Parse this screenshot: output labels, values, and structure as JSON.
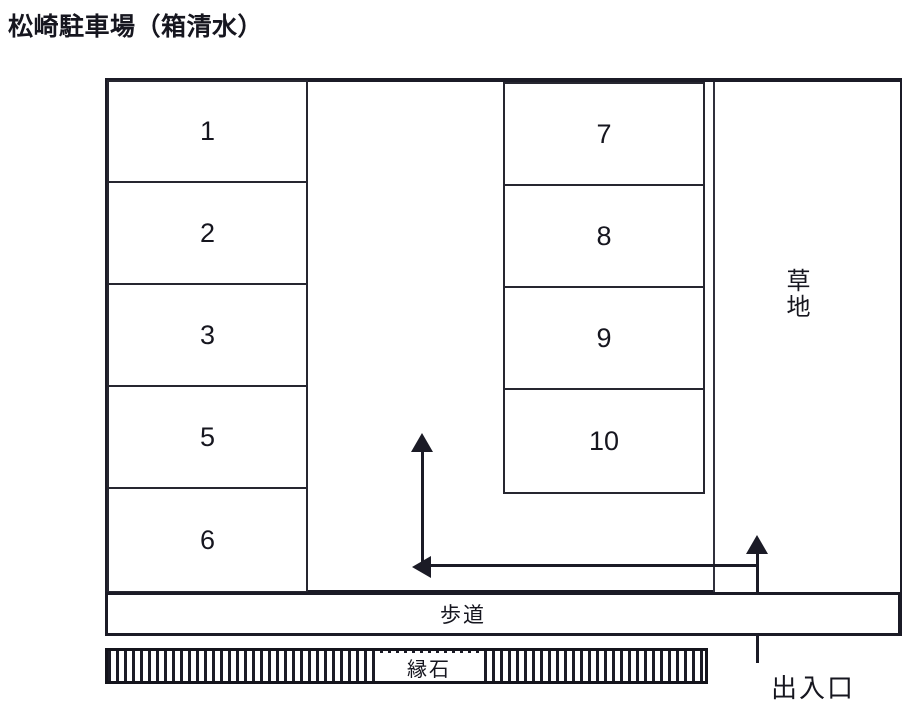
{
  "page": {
    "title": "松崎駐車場（箱清水）",
    "background_color": "#ffffff",
    "line_color": "#1b1b26"
  },
  "diagram": {
    "type": "parking-lot-map",
    "stall_columns": [
      {
        "name": "left-column",
        "stalls": [
          {
            "number": "1"
          },
          {
            "number": "2"
          },
          {
            "number": "3"
          },
          {
            "number": "5"
          },
          {
            "number": "6"
          }
        ]
      },
      {
        "name": "right-column",
        "stalls": [
          {
            "number": "7"
          },
          {
            "number": "8"
          },
          {
            "number": "9"
          },
          {
            "number": "10"
          }
        ]
      }
    ],
    "areas": {
      "grass_label": "草地",
      "sidewalk_label": "歩道",
      "curb_label": "縁石",
      "entrance_label": "出入口"
    },
    "flow_arrows": [
      {
        "name": "aisle-up-arrow",
        "direction": "up"
      },
      {
        "name": "aisle-left-arrow",
        "direction": "left"
      },
      {
        "name": "entrance-up-arrow",
        "direction": "up"
      }
    ]
  }
}
